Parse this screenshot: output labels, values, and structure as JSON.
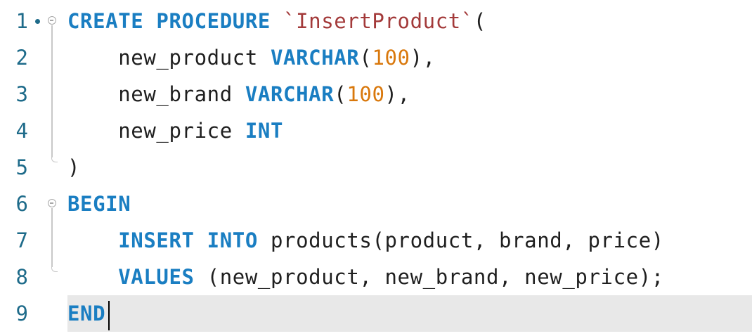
{
  "editor": {
    "line_numbers": [
      "1",
      "2",
      "3",
      "4",
      "5",
      "6",
      "7",
      "8",
      "9"
    ],
    "lines": [
      [
        {
          "t": "CREATE PROCEDURE ",
          "c": "kw"
        },
        {
          "t": "`InsertProduct`",
          "c": "str"
        },
        {
          "t": "(",
          "c": "plain"
        }
      ],
      [
        {
          "t": "    new_product ",
          "c": "plain"
        },
        {
          "t": "VARCHAR",
          "c": "kw"
        },
        {
          "t": "(",
          "c": "plain"
        },
        {
          "t": "100",
          "c": "num"
        },
        {
          "t": "),",
          "c": "plain"
        }
      ],
      [
        {
          "t": "    new_brand ",
          "c": "plain"
        },
        {
          "t": "VARCHAR",
          "c": "kw"
        },
        {
          "t": "(",
          "c": "plain"
        },
        {
          "t": "100",
          "c": "num"
        },
        {
          "t": "),",
          "c": "plain"
        }
      ],
      [
        {
          "t": "    new_price ",
          "c": "plain"
        },
        {
          "t": "INT",
          "c": "kw"
        }
      ],
      [
        {
          "t": ")",
          "c": "plain"
        }
      ],
      [
        {
          "t": "BEGIN",
          "c": "kw"
        }
      ],
      [
        {
          "t": "    ",
          "c": "plain"
        },
        {
          "t": "INSERT INTO",
          "c": "kw"
        },
        {
          "t": " products(product, brand, price)",
          "c": "plain"
        }
      ],
      [
        {
          "t": "    ",
          "c": "plain"
        },
        {
          "t": "VALUES",
          "c": "kw"
        },
        {
          "t": " (new_product, new_brand, new_price);",
          "c": "plain"
        }
      ],
      [
        {
          "t": "END",
          "c": "kw"
        }
      ]
    ],
    "current_line": "9",
    "colors": {
      "keyword": "#1a7ec2",
      "identifier_string": "#a33a3a",
      "number": "#d9780c",
      "line_number": "#1e6b8a",
      "current_line_bg": "#e8e8e8"
    }
  }
}
